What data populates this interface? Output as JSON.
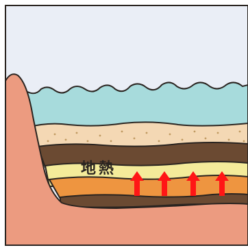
{
  "diagram": {
    "label": "地熱",
    "colors": {
      "sky": "#eaeef6",
      "water": "#a7dbdc",
      "sand": "#f4d8b4",
      "sand_dots": "#c09a62",
      "dark_soil": "#6b4a32",
      "yellow_layer": "#f4eb9a",
      "orange_layer": "#ee9540",
      "bedrock": "#ec9b80",
      "arrow": "#ff1616",
      "outline": "#2a2420"
    },
    "arrows": [
      {
        "direction": "up"
      },
      {
        "direction": "up"
      },
      {
        "direction": "up"
      },
      {
        "direction": "up"
      }
    ]
  }
}
